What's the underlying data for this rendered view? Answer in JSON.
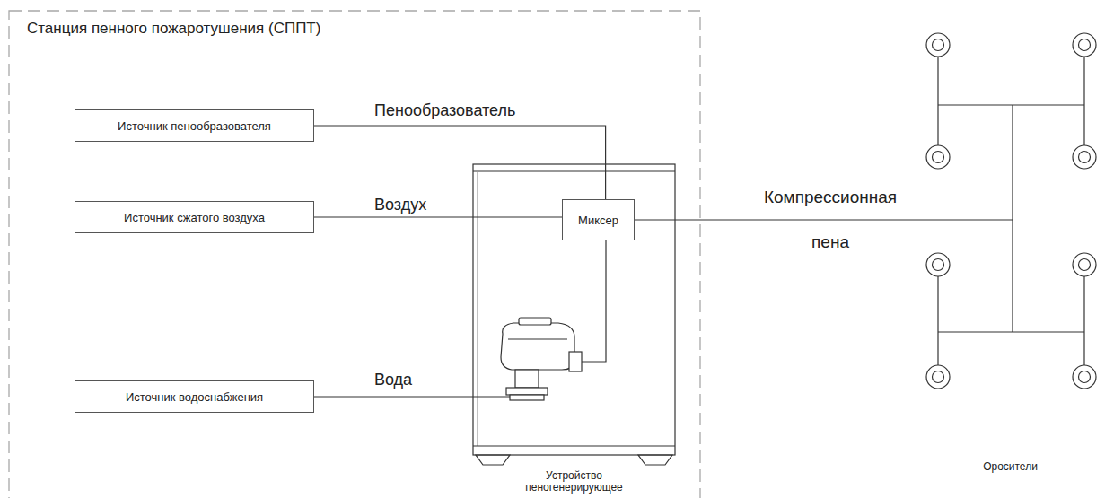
{
  "diagram": {
    "nodes": [
      {
        "text": [
          "Станция пенного пожаротушения (СППТ)"
        ]
      },
      {
        "text": [
          "Источник пенообразователя"
        ],
        "in": 0
      },
      {
        "text": [
          "Источник сжатого воздуха"
        ],
        "in": 0
      },
      {
        "text": [
          "Источник водоснабжения"
        ],
        "in": 0
      },
      {
        "text": [
          "Устройство пеногенерирующее"
        ],
        "in": 0
      },
      {
        "text": [
          "Миксер"
        ],
        "in": 4
      },
      {
        "text": [
          "Оросители"
        ]
      }
    ],
    "edges": [
      {
        "from": 1,
        "to": 5,
        "arrow": "none",
        "label": "Пенообразователь"
      },
      {
        "from": 2,
        "to": 5,
        "arrow": "none",
        "label": "Воздух"
      },
      {
        "from": 3,
        "to": 4,
        "arrow": "none",
        "label": "Вода"
      },
      {
        "from": 5,
        "to": 6,
        "arrow": "none",
        "label": "Компрессионная пена"
      }
    ]
  }
}
